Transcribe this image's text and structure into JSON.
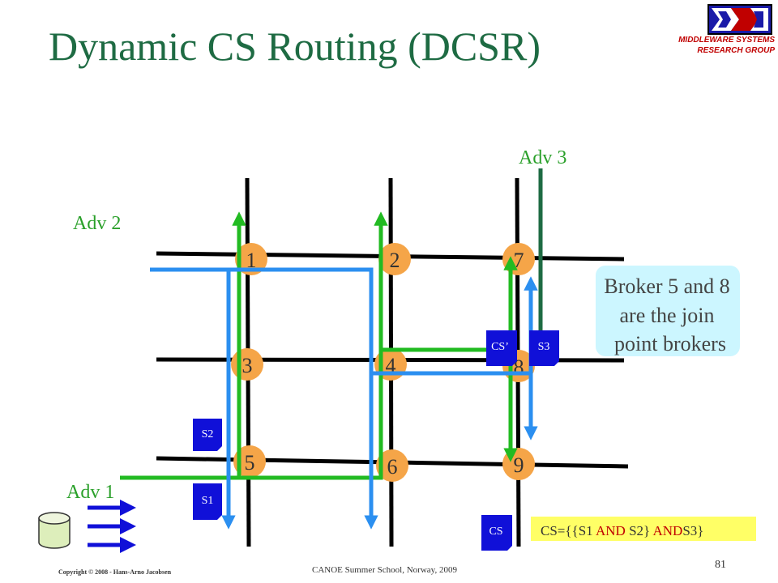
{
  "slide": {
    "title": "Dynamic CS Routing (DCSR)",
    "logo": {
      "line1": "MIDDLEWARE SYSTEMS",
      "line2": "RESEARCH GROUP"
    },
    "footer": {
      "copyright": "Copyright © 2008 - Hans-Arno Jacobsen",
      "school": "CANOE Summer School, Norway, 2009",
      "page": "81"
    }
  },
  "diagram": {
    "brokers": [
      "1",
      "2",
      "7",
      "3",
      "4",
      "8",
      "5",
      "6",
      "9"
    ],
    "adv_labels": {
      "adv1": "Adv 1",
      "adv2": "Adv 2",
      "adv3": "Adv 3"
    },
    "subscriptions": {
      "s1": "S1",
      "s2": "S2",
      "s3": "S3",
      "cs_prime": "CS’",
      "cs": "CS"
    },
    "note": {
      "line1": "Broker 5 and 8",
      "line2": "are the join",
      "line3": "point  brokers"
    },
    "formula": {
      "p1": "CS={{S1 ",
      "p2": "AND",
      "p3": " S2} ",
      "p4": "AND",
      "p5": "S3}"
    },
    "colors": {
      "title": "#1e6b43",
      "adv_label": "#2aa02a",
      "green_path": "#22bb22",
      "blue_path": "#2b8ff0",
      "broker": "#f5a548",
      "sub_box": "#1010d8",
      "note_bg": "#ccf6ff",
      "formula_bg": "#ffff66",
      "formula_and": "#c00000",
      "logo_red": "#c00000",
      "adv3_line": "#1e6b43"
    }
  }
}
